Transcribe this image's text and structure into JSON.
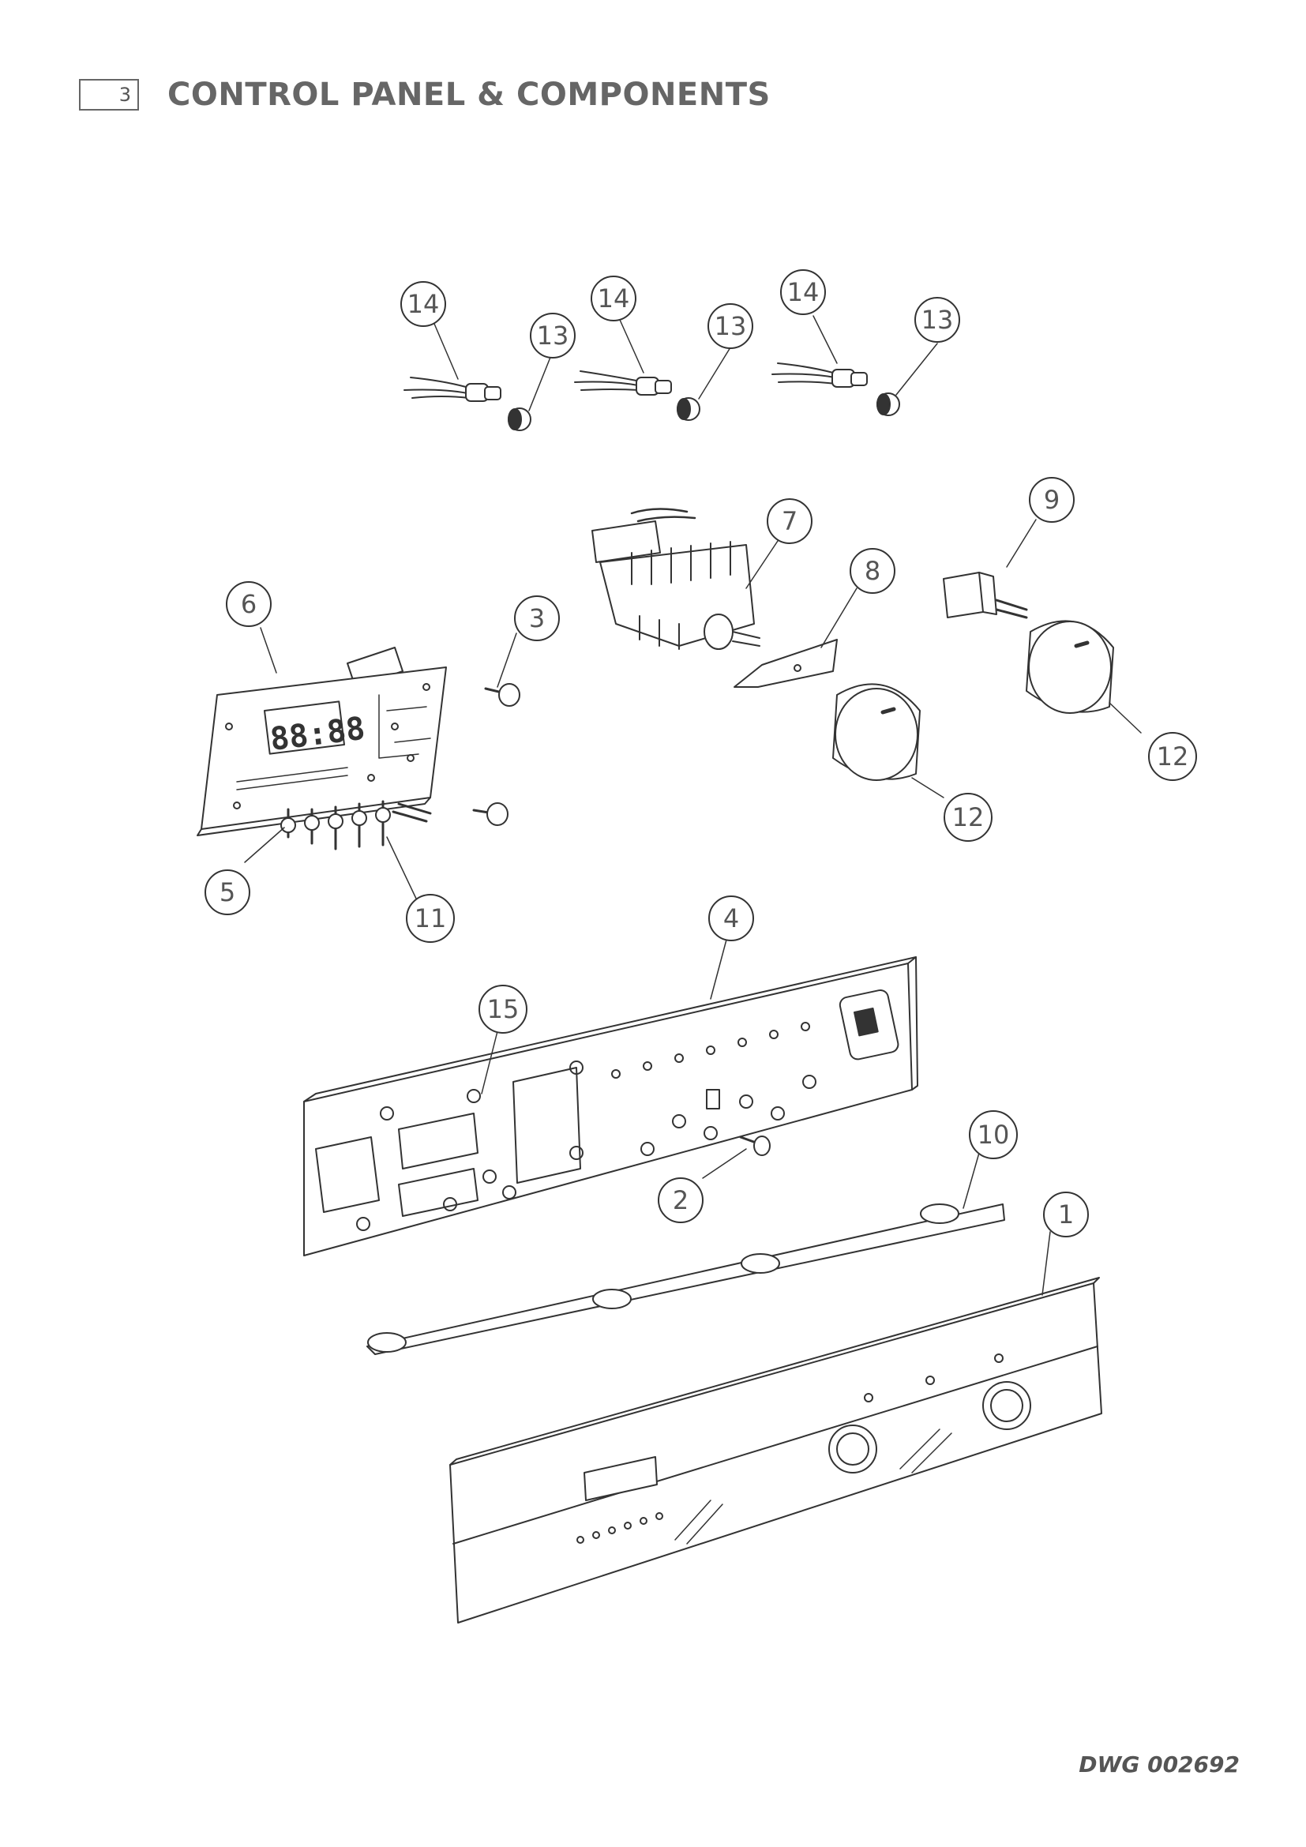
{
  "header": {
    "section_number": "3",
    "title": "CONTROL PANEL & COMPONENTS"
  },
  "footer": {
    "drawing_number": "DWG 002692"
  },
  "display_readout": "88:88",
  "callouts": [
    "14",
    "13",
    "14",
    "13",
    "14",
    "13",
    "6",
    "3",
    "7",
    "8",
    "9",
    "12",
    "12",
    "5",
    "11",
    "4",
    "15",
    "10",
    "2",
    "1"
  ]
}
